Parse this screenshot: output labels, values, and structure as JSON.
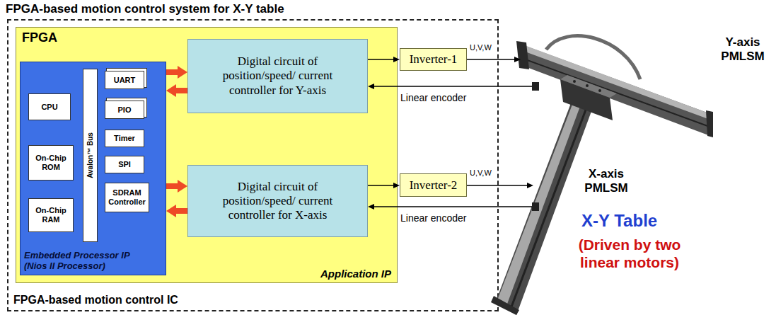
{
  "diagram": {
    "title": "FPGA-based motion control system for X-Y table",
    "nodes": [
      {
        "text": [
          "FPGA-based motion control IC"
        ]
      },
      {
        "text": [
          "FPGA",
          "Application IP"
        ],
        "in": 0
      },
      {
        "text": [
          "Embedded Processor IP (Nios II Processor)"
        ],
        "in": 1
      },
      {
        "text": [
          "CPU"
        ],
        "in": 2
      },
      {
        "text": [
          "On-Chip ROM"
        ],
        "in": 2
      },
      {
        "text": [
          "On-Chip RAM"
        ],
        "in": 2
      },
      {
        "text": [
          "Avalon™ Bus"
        ],
        "in": 2
      },
      {
        "text": [
          "UART"
        ],
        "in": 2
      },
      {
        "text": [
          "PIO"
        ],
        "in": 2
      },
      {
        "text": [
          "Timer"
        ],
        "in": 2
      },
      {
        "text": [
          "SPI"
        ],
        "in": 2
      },
      {
        "text": [
          "SDRAM Controller"
        ],
        "in": 2
      },
      {
        "text": [
          "Digital circuit of position/speed/ current controller for Y-axis"
        ],
        "in": 1
      },
      {
        "text": [
          "Digital circuit of position/speed/ current controller for X-axis"
        ],
        "in": 1
      },
      {
        "text": [
          "Inverter-1"
        ],
        "in": 0
      },
      {
        "text": [
          "Inverter-2"
        ],
        "in": 0
      }
    ],
    "edges": [
      {
        "from": 2,
        "to": 12,
        "arrow": "to"
      },
      {
        "from": 12,
        "to": 2,
        "arrow": "to"
      },
      {
        "from": 2,
        "to": 13,
        "arrow": "to"
      },
      {
        "from": 13,
        "to": 2,
        "arrow": "to"
      },
      {
        "from": 12,
        "to": 14,
        "arrow": "to"
      },
      {
        "from": 13,
        "to": 15,
        "arrow": "to"
      }
    ],
    "labels": [
      "U,V,W",
      "Y-axis PMLSM",
      "Linear encoder",
      "U,V,W",
      "X-axis PMLSM",
      "Linear encoder",
      "X-Y Table",
      "(Driven by two linear motors)"
    ]
  }
}
